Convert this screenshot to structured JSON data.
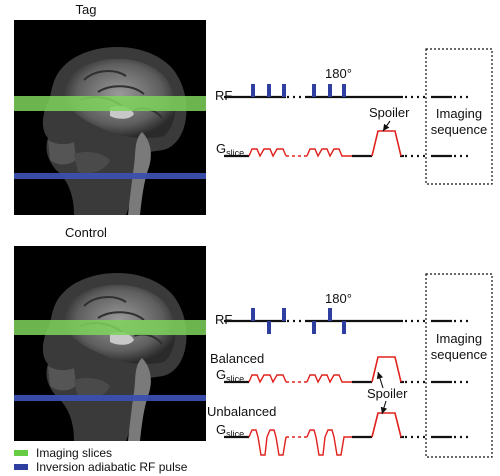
{
  "panels": [
    {
      "title": "Tag"
    },
    {
      "title": "Control"
    }
  ],
  "labels": {
    "rf": "RF",
    "angle": "180°",
    "spoiler": "Spoiler",
    "g_main": "G",
    "g_sub": "slice",
    "imaging_line1": "Imaging",
    "imaging_line2": "sequence",
    "balanced": "Balanced",
    "unbalanced": "Unbalanced"
  },
  "legend": [
    {
      "label": "Imaging slices",
      "color": "#66cc44"
    },
    {
      "label": "Inversion adiabatic RF pulse",
      "color": "#2f3f9f"
    }
  ],
  "colors": {
    "rf_pulse": "#2f3f9f",
    "gradient": "#e0201c",
    "slice_green": "#7fd35a",
    "slice_blue": "#3a4fb0"
  }
}
